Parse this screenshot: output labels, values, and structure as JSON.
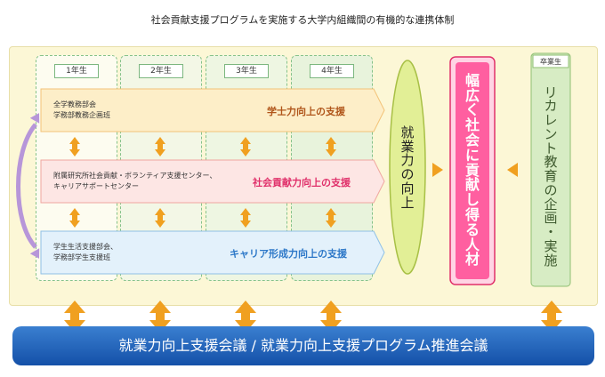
{
  "title": "社会貢献支援プログラムを実施する大学内組織間の有機的な連携体制",
  "years": [
    "1年生",
    "2年生",
    "3年生",
    "4年生"
  ],
  "graduate_label": "卒業生",
  "bands": [
    {
      "org": "全学教務部会\n学務部教務企画班",
      "support": "学士力向上の支援",
      "color": "#b0551a"
    },
    {
      "org": "附属研究所社会貢献・ボランティア支援センター、\nキャリアサポートセンター",
      "support": "社会貢献力向上の支援",
      "color": "#e0306a"
    },
    {
      "org": "学生生活支援部会、\n学務部学生支援班",
      "support": "キャリア形成力向上の支援",
      "color": "#2d78c8"
    }
  ],
  "employability": "就業力の向上",
  "goal": "幅広く社会に貢献し得る人材",
  "recurrent": "リカレント教育の企画・実施",
  "bottom_bar": "就業力向上支援会議 / 就業力向上支援プログラム推進会議",
  "colors": {
    "arrow": "#f0a020",
    "goal_fill": "#ff5fa0",
    "employ_fill": "#e2ef96",
    "bar": "#2562b8"
  }
}
